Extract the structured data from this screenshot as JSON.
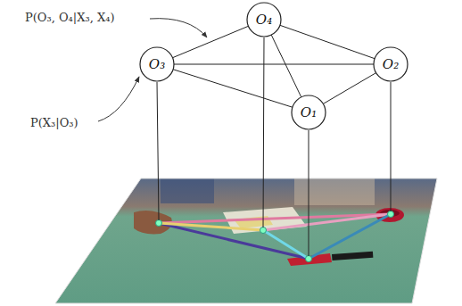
{
  "diagram": {
    "nodes": [
      {
        "text": [
          "O₄"
        ]
      },
      {
        "text": [
          "O₃"
        ]
      },
      {
        "text": [
          "O₂"
        ]
      },
      {
        "text": [
          "O₁"
        ]
      }
    ],
    "edges": [
      {
        "from": 0,
        "to": 1,
        "arrow": "none"
      },
      {
        "from": 0,
        "to": 2,
        "arrow": "none"
      },
      {
        "from": 0,
        "to": 3,
        "arrow": "none"
      },
      {
        "from": 1,
        "to": 2,
        "arrow": "none"
      },
      {
        "from": 1,
        "to": 3,
        "arrow": "none"
      },
      {
        "from": 3,
        "to": 2,
        "arrow": "none"
      }
    ],
    "labels": [
      "P(O₃, O₄|X₃, X₄)",
      "P(X₃|O₃)"
    ]
  }
}
